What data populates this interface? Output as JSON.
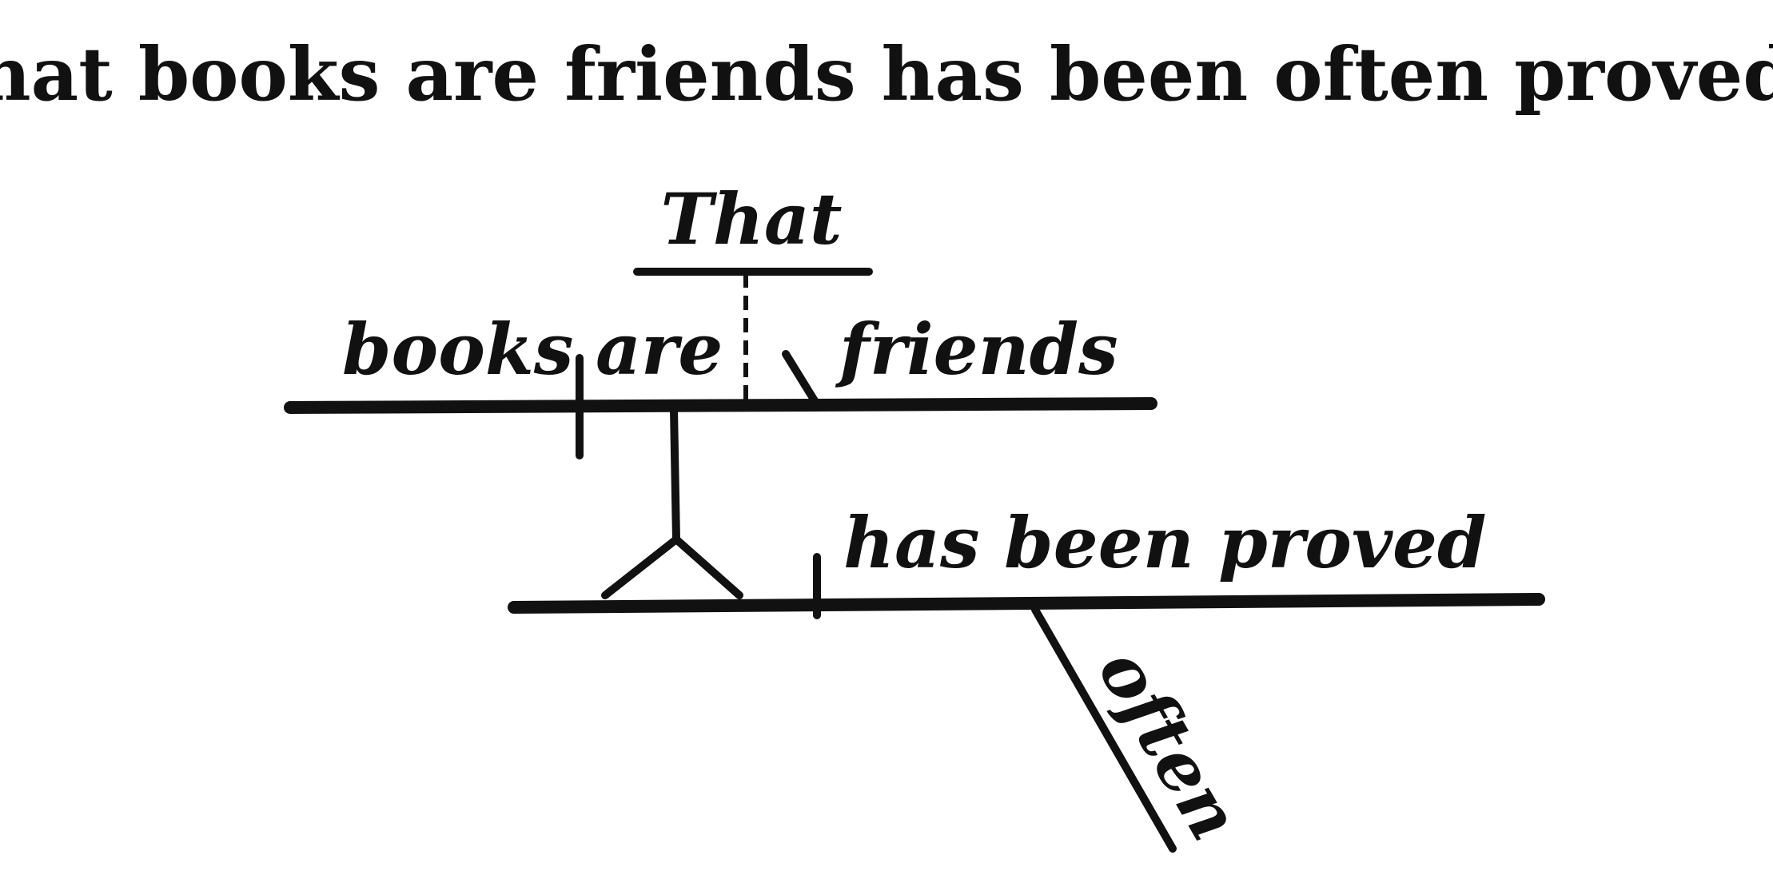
{
  "sentence": "That books are friends has been often proved.",
  "diagram": {
    "clause": {
      "introducer": "That",
      "subject": "books",
      "verb": "are",
      "complement": "friends"
    },
    "main": {
      "verb": "has been proved",
      "modifier": "often"
    }
  }
}
